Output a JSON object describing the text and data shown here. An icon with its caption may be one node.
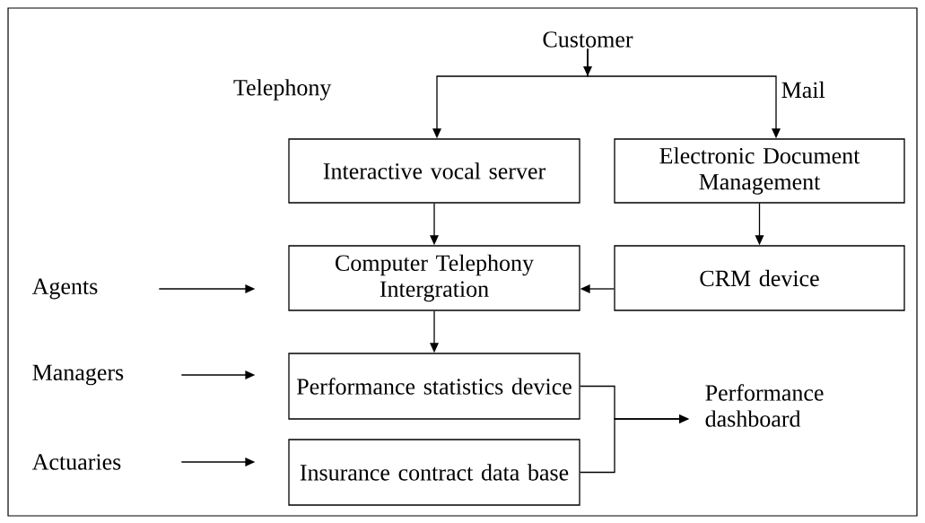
{
  "diagram": {
    "nodes": [
      {
        "text": [
          "Customer"
        ]
      },
      {
        "text": [
          "Interactive vocal server"
        ]
      },
      {
        "text": [
          "Electronic Document Management"
        ]
      },
      {
        "text": [
          "Computer Telephony Intergration"
        ]
      },
      {
        "text": [
          "CRM device"
        ]
      },
      {
        "text": [
          "Performance statistics device"
        ]
      },
      {
        "text": [
          "Insurance contract data base"
        ]
      },
      {
        "text": [
          "Agents"
        ]
      },
      {
        "text": [
          "Managers"
        ]
      },
      {
        "text": [
          "Actuaries"
        ]
      },
      {
        "text": [
          "Performance dashboard"
        ]
      }
    ],
    "edges": [
      {
        "from": 0,
        "to": 1,
        "arrow": "to",
        "label": "Telephony"
      },
      {
        "from": 0,
        "to": 2,
        "arrow": "to",
        "label": "Mail"
      },
      {
        "from": 1,
        "to": 3,
        "arrow": "to"
      },
      {
        "from": 2,
        "to": 4,
        "arrow": "to"
      },
      {
        "from": 4,
        "to": 3,
        "arrow": "to"
      },
      {
        "from": 3,
        "to": 5,
        "arrow": "to"
      },
      {
        "from": 7,
        "to": 3,
        "arrow": "to"
      },
      {
        "from": 8,
        "to": 5,
        "arrow": "to"
      },
      {
        "from": 9,
        "to": 6,
        "arrow": "to"
      },
      {
        "from": 5,
        "to": 10,
        "arrow": "to"
      },
      {
        "from": 6,
        "to": 10,
        "arrow": "to"
      }
    ]
  }
}
